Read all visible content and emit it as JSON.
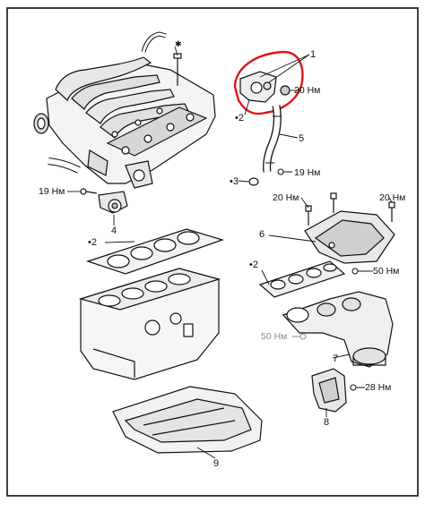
{
  "diagram": {
    "part_numbers": [
      "1",
      "2",
      "3",
      "4",
      "5",
      "6",
      "7",
      "8",
      "9"
    ],
    "bullet_marks": [
      "•2",
      "•2",
      "•3",
      "•2"
    ],
    "torque_labels": {
      "t20_upper": "20 Нм",
      "t19_right": "19 Нм",
      "t19_left": "19 Нм",
      "t20_shield_left": "20 Нм",
      "t20_shield_right": "20 Нм",
      "t50_right": "50 Нм",
      "t50_grey": "50 Нм",
      "t28": "28 Нм"
    },
    "highlight_color": "#e0141a",
    "line_color": "#111111",
    "grey_text_color": "#8a8a8a",
    "icons": [
      "bolt-icon",
      "nut-icon",
      "gasket-icon"
    ]
  }
}
